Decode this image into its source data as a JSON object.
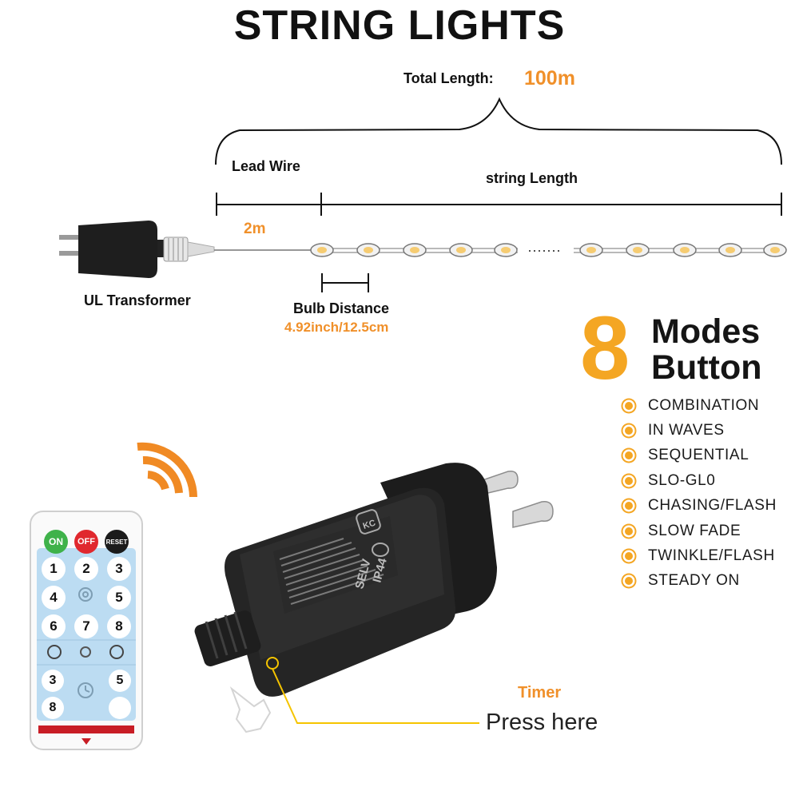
{
  "title": "STRING LIGHTS",
  "total_length": {
    "label": "Total Length:",
    "value": "100m"
  },
  "lead_wire": {
    "label": "Lead Wire",
    "value": "2m"
  },
  "string_length": {
    "label": "string Length"
  },
  "transformer": {
    "label": "UL Transformer"
  },
  "bulb_distance": {
    "label": "Bulb Distance",
    "value": "4.92inch/12.5cm"
  },
  "modes": {
    "number": "8",
    "line1": "Modes",
    "line2": "Button",
    "items": [
      "COMBINATION",
      "IN WAVES",
      "SEQUENTIAL",
      "SLO-GL0",
      "CHASING/FLASH",
      "SLOW FADE",
      "TWINKLE/FLASH",
      "STEADY ON"
    ]
  },
  "timer": {
    "label": "Timer",
    "press": "Press here"
  },
  "adapter_marks": {
    "selv": "SELV",
    "ip": "IP44",
    "kc": "KC"
  },
  "remote": {
    "top_buttons": [
      {
        "label": "ON",
        "color": "#3fb24a"
      },
      {
        "label": "OFF",
        "color": "#e0282e"
      },
      {
        "label": "RESET",
        "color": "#1b1b1b"
      }
    ],
    "number_rows": [
      [
        "1",
        "2",
        "3"
      ],
      [
        "4",
        "",
        "5"
      ],
      [
        "6",
        "7",
        "8"
      ]
    ],
    "lower_rows": [
      [
        "3",
        "",
        "5"
      ],
      [
        "8",
        "",
        ""
      ]
    ]
  },
  "colors": {
    "accent_orange": "#f0902a",
    "bulb_yellow": "#f4a623",
    "timer_line": "#f5c400",
    "remote_blue": "#bcdcf2"
  }
}
